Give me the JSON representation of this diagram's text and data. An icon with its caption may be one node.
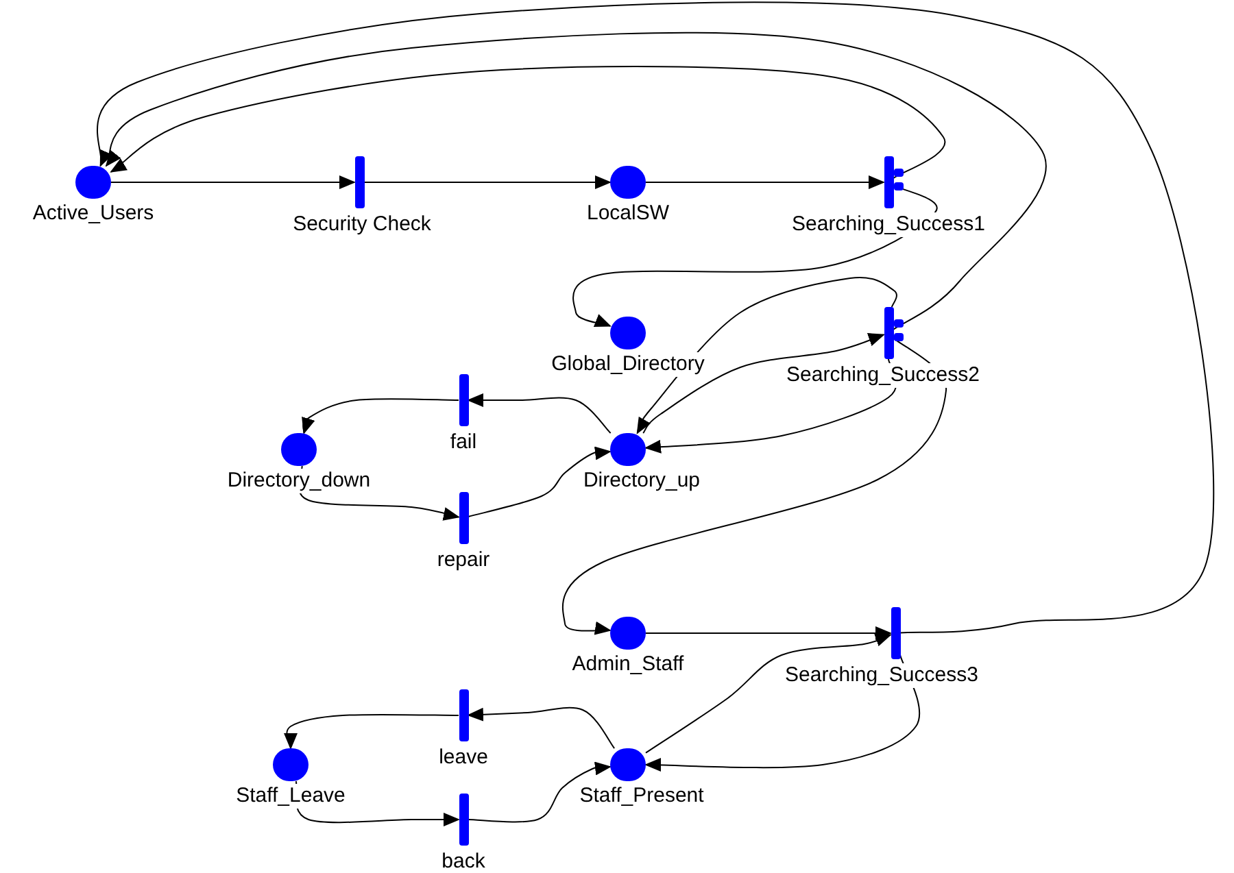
{
  "diagram": {
    "nodes": [
      {
        "text": [],
        "shape": "circle",
        "beside": [
          "Active_Users"
        ]
      },
      {
        "text": [],
        "shape": "bar",
        "beside": [
          "Security Check"
        ]
      },
      {
        "text": [],
        "shape": "circle",
        "beside": [
          "LocalSW"
        ]
      },
      {
        "text": [],
        "shape": "bar",
        "beside": [
          "Searching_Success1"
        ]
      },
      {
        "text": [],
        "shape": "circle",
        "beside": [
          "Global_Directory"
        ]
      },
      {
        "text": [],
        "shape": "bar",
        "beside": [
          "Searching_Success2"
        ]
      },
      {
        "text": [],
        "shape": "bar",
        "beside": [
          "fail"
        ]
      },
      {
        "text": [],
        "shape": "circle",
        "beside": [
          "Directory_down"
        ]
      },
      {
        "text": [],
        "shape": "circle",
        "beside": [
          "Directory_up"
        ]
      },
      {
        "text": [],
        "shape": "bar",
        "beside": [
          "repair"
        ]
      },
      {
        "text": [],
        "shape": "circle",
        "beside": [
          "Admin_Staff"
        ]
      },
      {
        "text": [],
        "shape": "bar",
        "beside": [
          "Searching_Success3"
        ]
      },
      {
        "text": [],
        "shape": "bar",
        "beside": [
          "leave"
        ]
      },
      {
        "text": [],
        "shape": "circle",
        "beside": [
          "Staff_Leave"
        ]
      },
      {
        "text": [],
        "shape": "circle",
        "beside": [
          "Staff_Present"
        ]
      },
      {
        "text": [],
        "shape": "bar",
        "beside": [
          "back"
        ]
      }
    ],
    "edges": [
      {
        "from": 0,
        "to": 1,
        "arrow": "to"
      },
      {
        "from": 1,
        "to": 2,
        "arrow": "to"
      },
      {
        "from": 2,
        "to": 3,
        "arrow": "to"
      },
      {
        "from": 3,
        "to": 0,
        "arrow": "to"
      },
      {
        "from": 3,
        "to": 4,
        "arrow": "to"
      },
      {
        "from": 5,
        "to": 0,
        "arrow": "to"
      },
      {
        "from": 11,
        "to": 0,
        "arrow": "to"
      },
      {
        "from": 8,
        "to": 5,
        "arrow": "to"
      },
      {
        "from": 5,
        "to": 8,
        "arrow": "to"
      },
      {
        "from": 5,
        "to": 8,
        "arrow": "to"
      },
      {
        "from": 5,
        "to": 10,
        "arrow": "to"
      },
      {
        "from": 8,
        "to": 6,
        "arrow": "to"
      },
      {
        "from": 6,
        "to": 7,
        "arrow": "to"
      },
      {
        "from": 7,
        "to": 9,
        "arrow": "to"
      },
      {
        "from": 9,
        "to": 8,
        "arrow": "to"
      },
      {
        "from": 10,
        "to": 11,
        "arrow": "to"
      },
      {
        "from": 14,
        "to": 11,
        "arrow": "to"
      },
      {
        "from": 11,
        "to": 14,
        "arrow": "to"
      },
      {
        "from": 14,
        "to": 12,
        "arrow": "to"
      },
      {
        "from": 12,
        "to": 13,
        "arrow": "to"
      },
      {
        "from": 13,
        "to": 15,
        "arrow": "to"
      },
      {
        "from": 15,
        "to": 14,
        "arrow": "to"
      }
    ]
  }
}
